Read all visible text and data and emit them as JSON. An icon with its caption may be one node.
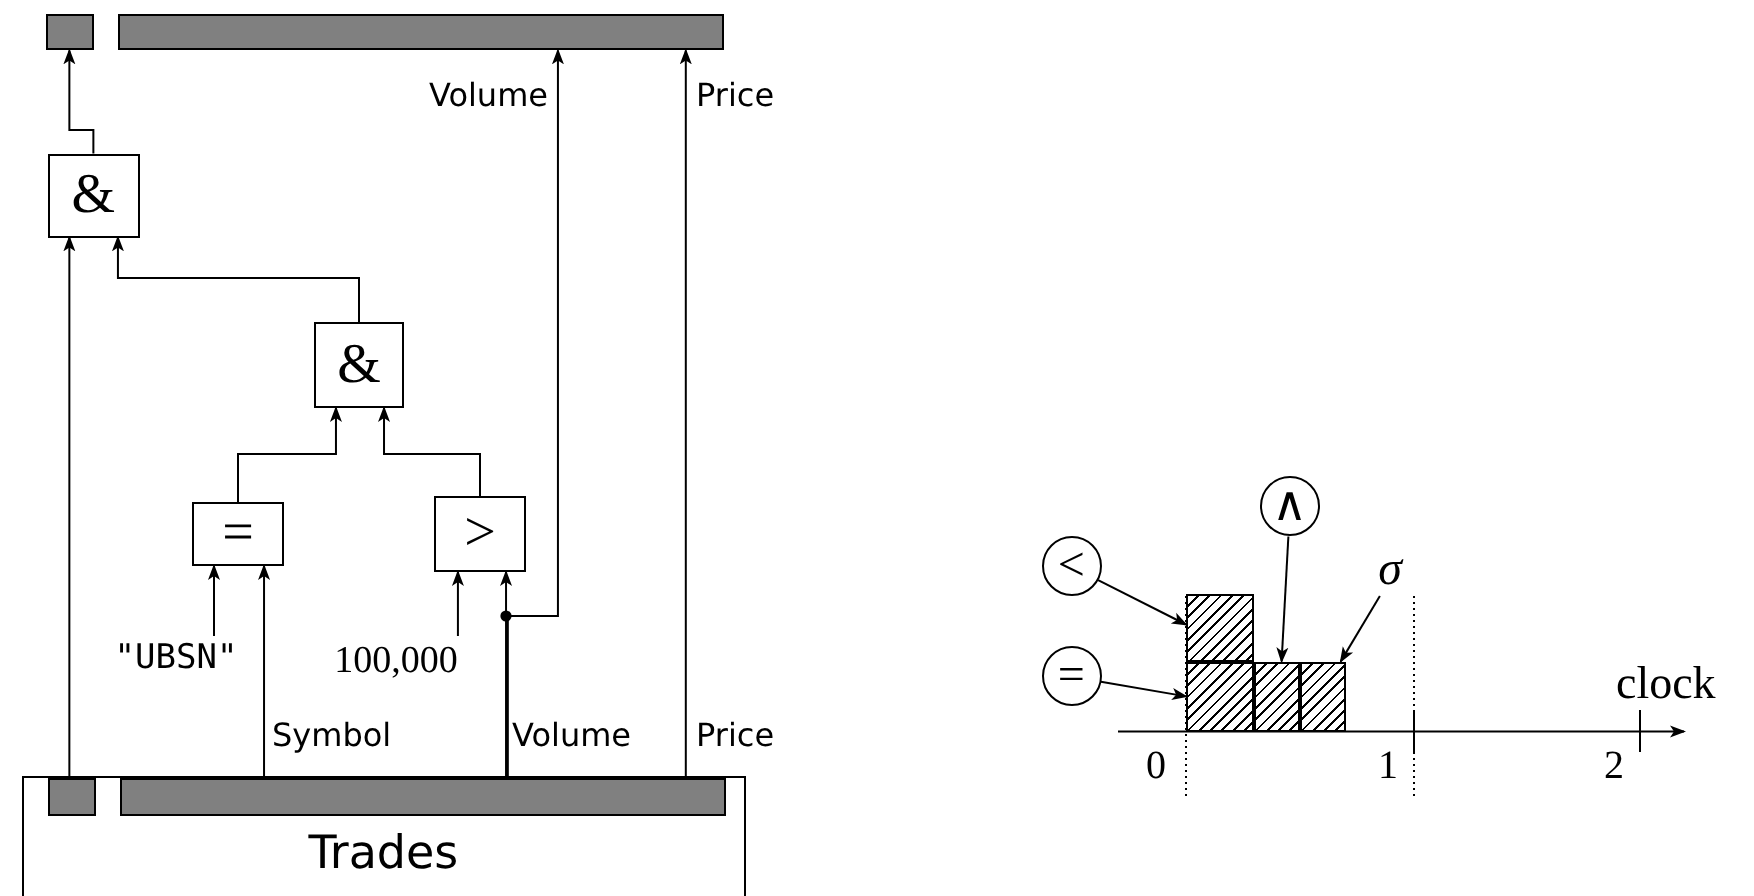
{
  "diagram": {
    "nodes": [
      {
        "text": [],
        "shape": "bar"
      },
      {
        "text": [],
        "shape": "bar"
      },
      {
        "text": [
          "&"
        ]
      },
      {
        "text": [
          "&"
        ]
      },
      {
        "text": [
          "="
        ]
      },
      {
        "text": [
          ">"
        ]
      },
      {
        "text": [
          "\"UBSN\""
        ]
      },
      {
        "text": [
          "100,000"
        ]
      },
      {
        "text": [
          "Trades"
        ]
      },
      {
        "text": [],
        "shape": "bar",
        "in": 8
      },
      {
        "text": [],
        "shape": "bar",
        "in": 8
      },
      {
        "text": [
          "<"
        ]
      },
      {
        "text": [
          "="
        ]
      },
      {
        "text": [
          "∧"
        ]
      },
      {
        "text": [
          "σ"
        ]
      },
      {
        "text": [],
        "shape": "box"
      },
      {
        "text": [],
        "shape": "box"
      },
      {
        "text": [],
        "shape": "box"
      },
      {
        "text": [],
        "shape": "box"
      }
    ],
    "edges": [
      {
        "from": 2,
        "to": 0,
        "arrow": "to"
      },
      {
        "from": 3,
        "to": 2,
        "arrow": "to"
      },
      {
        "from": 4,
        "to": 3,
        "arrow": "to"
      },
      {
        "from": 5,
        "to": 3,
        "arrow": "to"
      },
      {
        "from": 6,
        "to": 4,
        "arrow": "to"
      },
      {
        "from": 10,
        "to": 4,
        "arrow": "to",
        "label": "Symbol"
      },
      {
        "from": 7,
        "to": 5,
        "arrow": "to"
      },
      {
        "from": 10,
        "to": 5,
        "arrow": "to",
        "label": "Volume"
      },
      {
        "from": 10,
        "to": 1,
        "arrow": "to"
      },
      {
        "from": 9,
        "to": 2,
        "arrow": "to"
      },
      {
        "from": 10,
        "to": 1,
        "arrow": "to",
        "label": "Price"
      },
      {
        "from": 11,
        "to": 15,
        "arrow": "to"
      },
      {
        "from": 12,
        "to": 16,
        "arrow": "to"
      },
      {
        "from": 13,
        "to": 17,
        "arrow": "to"
      },
      {
        "from": 14,
        "to": 18,
        "arrow": "to"
      }
    ],
    "labels": [
      "Volume",
      "Price",
      "clock",
      "0",
      "1",
      "2"
    ]
  }
}
